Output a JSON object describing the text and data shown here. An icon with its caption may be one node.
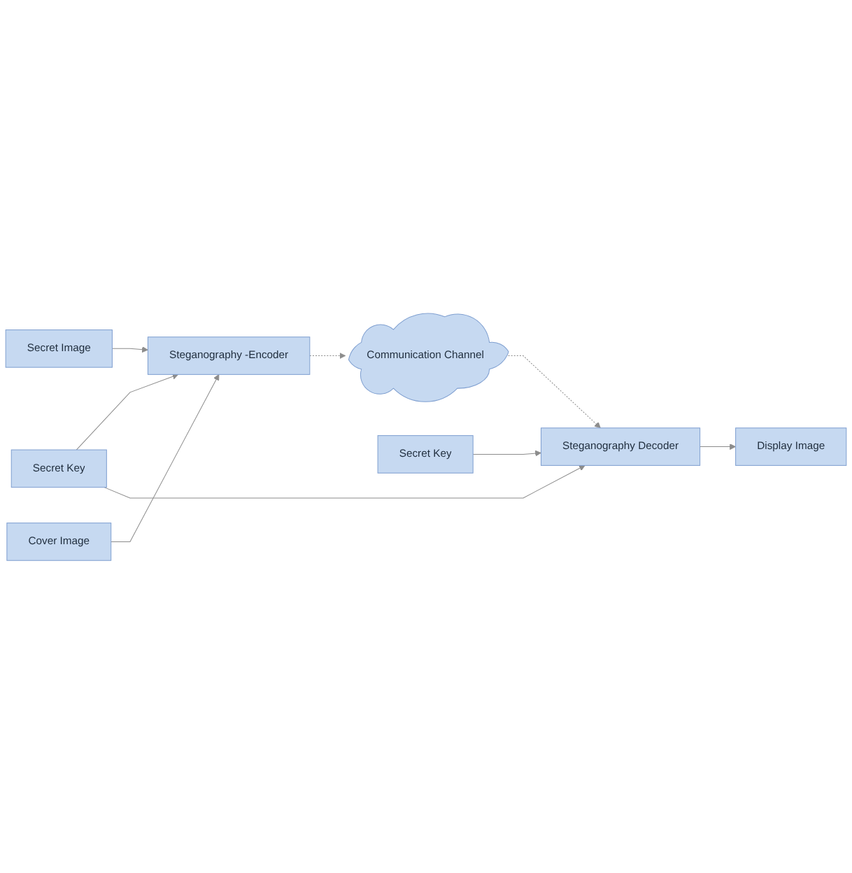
{
  "diagram": {
    "nodes": [
      {
        "text": [
          "Secret Image"
        ]
      },
      {
        "text": [
          "Steganography -Encoder"
        ]
      },
      {
        "text": [
          "Cover Image"
        ]
      },
      {
        "text": [
          "Secret Key"
        ]
      },
      {
        "text": [
          "Communication Channel"
        ]
      },
      {
        "text": [
          "Steganography Decoder"
        ]
      },
      {
        "text": [
          "Display Image"
        ]
      },
      {
        "text": [
          "Secret Key"
        ]
      }
    ],
    "edges": [
      {
        "from": 0,
        "to": 1,
        "arrow": "to"
      },
      {
        "from": 2,
        "to": 1,
        "arrow": "to"
      },
      {
        "from": 3,
        "to": 1,
        "arrow": "to"
      },
      {
        "from": 3,
        "to": 5,
        "arrow": "to"
      },
      {
        "from": 1,
        "to": 4,
        "arrow": "to",
        "style": "dashed"
      },
      {
        "from": 4,
        "to": 5,
        "arrow": "to",
        "style": "dashed"
      },
      {
        "from": 5,
        "to": 6,
        "arrow": "to"
      },
      {
        "from": 7,
        "to": 5,
        "arrow": "to"
      }
    ]
  }
}
